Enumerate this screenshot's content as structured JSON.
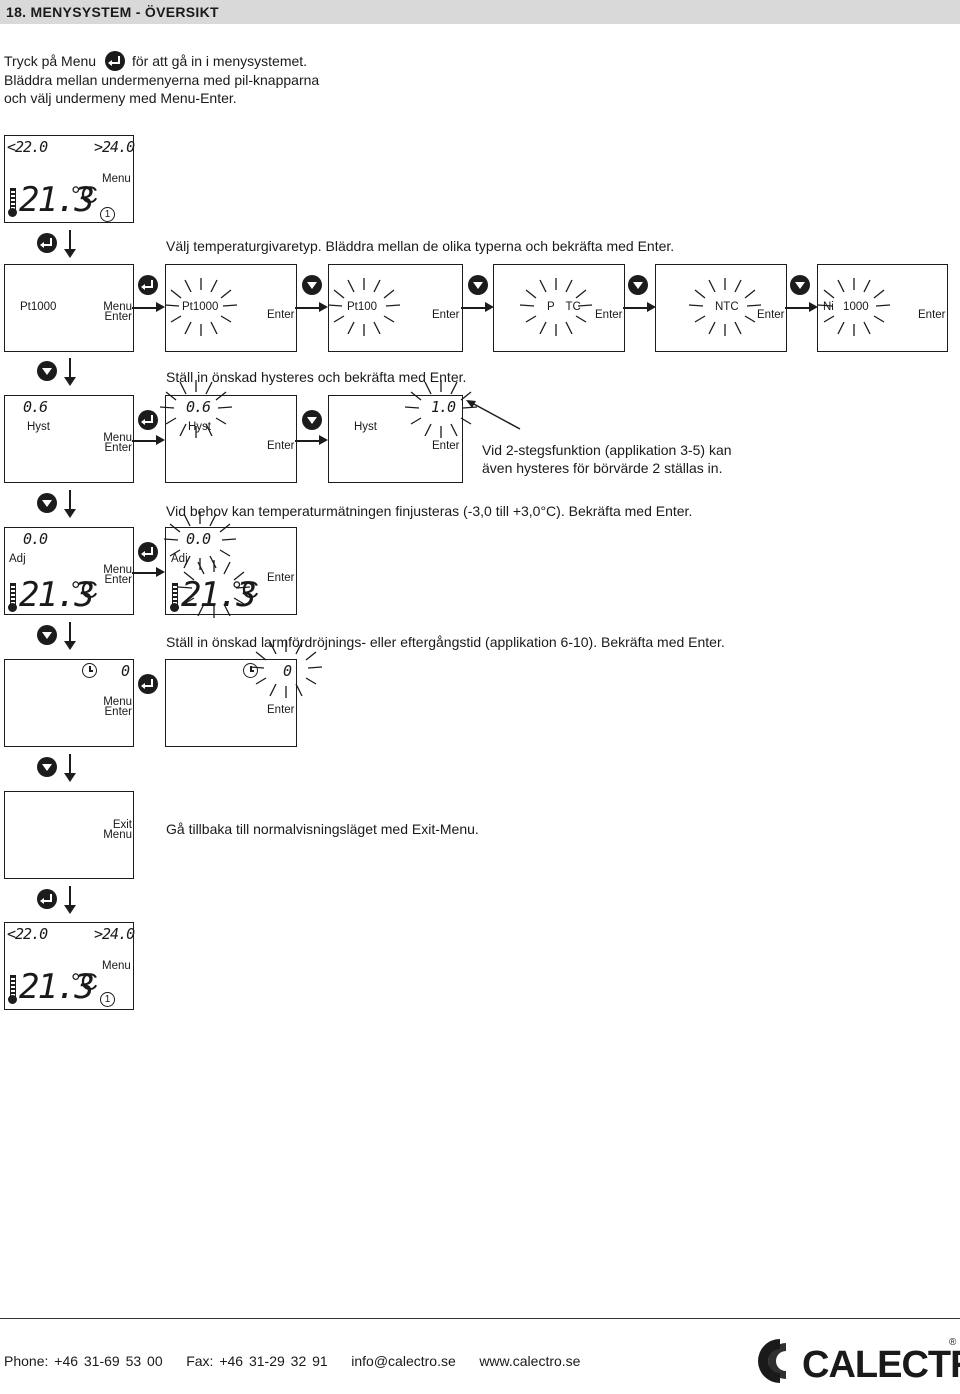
{
  "header": {
    "title": "18.  MENYSYSTEM - ÖVERSIKT"
  },
  "intro": {
    "line1_a": "Tryck på Menu",
    "line1_b": "för att gå in i menysystemet.",
    "line2": "Bläddra mellan undermenyerna med pil-knapparna",
    "line3": "och välj undermeny med Menu-Enter."
  },
  "display": {
    "setpoint_low": "<22.0",
    "setpoint_high": ">24.0",
    "temperature": "21.3",
    "unit": "°C",
    "one": "1",
    "menu": "Menu",
    "enter": "Enter",
    "exit": "Exit"
  },
  "steps": {
    "sensor_note": "Välj temperaturgivaretyp. Bläddra mellan de olika typerna och bekräfta med Enter.",
    "sensor_types": [
      "Pt1000",
      "Pt1000",
      "Pt100",
      "P TC",
      "NTC",
      "Ni 1000"
    ],
    "hyst_note": "Ställ in önskad hysteres och bekräfta med Enter.",
    "hyst_value": "0.6",
    "hyst_value2": "1.0",
    "hyst_label": "Hyst",
    "hyst_side_1": "Vid 2-stegsfunktion (applikation 3-5) kan",
    "hyst_side_2": "även hysteres för börvärde 2 ställas in.",
    "adj_note": "Vid behov kan temperaturmätningen finjusteras (-3,0 till +3,0°C). Bekräfta med Enter.",
    "adj_value": "0.0",
    "adj_label": "Adj",
    "delay_note": "Ställ in önskad larmfördröjnings- eller eftergångstid (applikation 6-10). Bekräfta med Enter.",
    "delay_value": "0",
    "exit_note": "Gå tillbaka till normalvisningsläget med Exit-Menu."
  },
  "footer": {
    "phone": "Phone: +46 31-69 53 00",
    "fax": "Fax: +46 31-29 32 91",
    "email": "info@calectro.se",
    "web": "www.calectro.se",
    "logo": "CALECTRO",
    "reg": "®"
  },
  "icons": [
    "return-icon",
    "down-button-icon",
    "down-arrow-icon",
    "thermometer-icon",
    "clock-icon",
    "blink-rays-icon"
  ]
}
